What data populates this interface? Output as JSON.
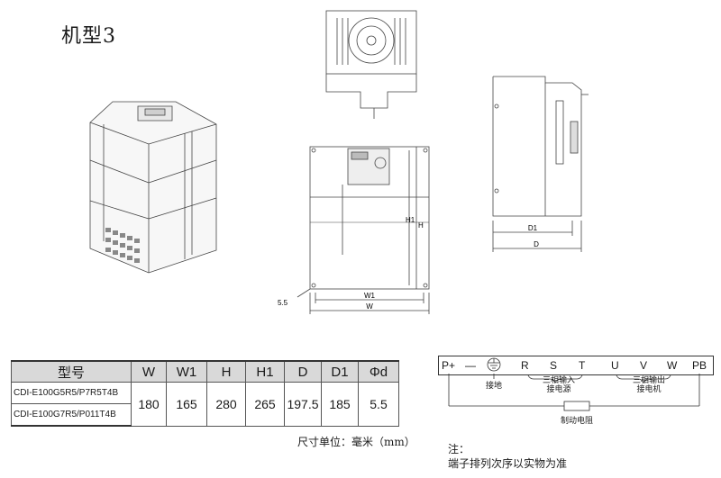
{
  "title": "机型3",
  "drawing": {
    "dim_5_5": "5.5",
    "dim_W1": "W1",
    "dim_W": "W",
    "dim_H1": "H1",
    "dim_H": "H",
    "dim_D1": "D1",
    "dim_D": "D"
  },
  "table": {
    "headers": [
      "型号",
      "W",
      "W1",
      "H",
      "H1",
      "D",
      "D1",
      "Φd"
    ],
    "models": [
      "CDI-E100G5R5/P7R5T4B",
      "CDI-E100G7R5/P011T4B"
    ],
    "values": [
      "180",
      "165",
      "280",
      "265",
      "197.5",
      "185",
      "5.5"
    ]
  },
  "unit_note": "尺寸单位：毫米（mm）",
  "terminals": {
    "labels": [
      "P+",
      "—",
      "",
      "R",
      "S",
      "T",
      "U",
      "V",
      "W",
      "PB"
    ],
    "ground_label": "接地",
    "input_label_1": "三相输入",
    "input_label_2": "接电源",
    "output_label_1": "三相输出",
    "output_label_2": "接电机",
    "resistor_label": "制动电阻"
  },
  "note": {
    "line1": "注：",
    "line2": "端子排列次序以实物为准"
  }
}
